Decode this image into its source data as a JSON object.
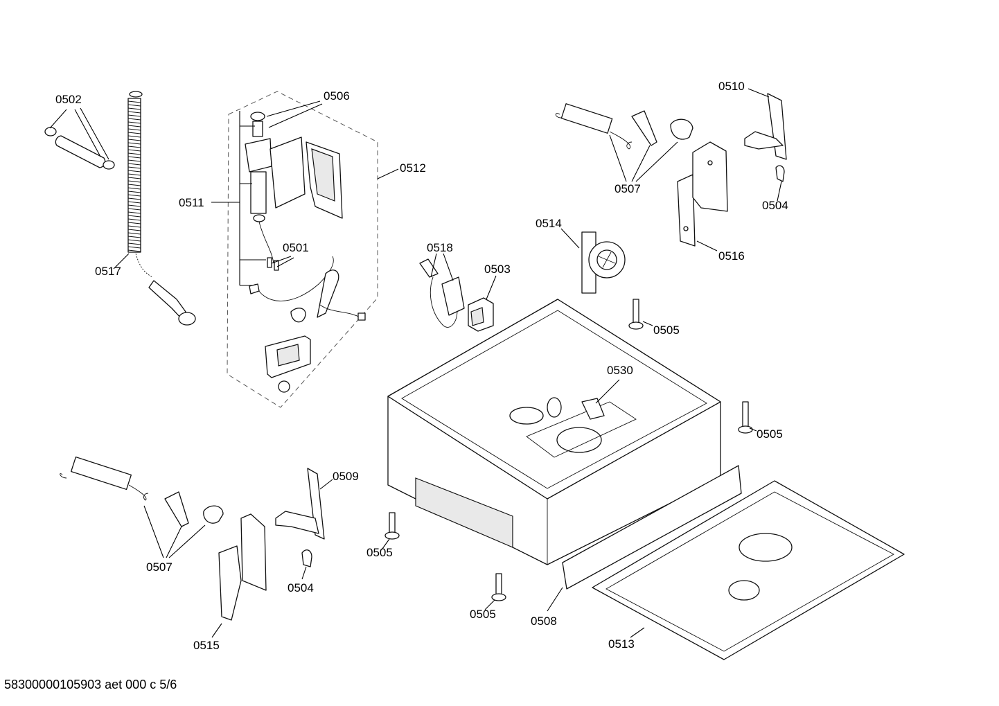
{
  "labels": {
    "p0501": "0501",
    "p0502": "0502",
    "p0503": "0503",
    "p0504a": "0504",
    "p0504b": "0504",
    "p0505a": "0505",
    "p0505b": "0505",
    "p0505c": "0505",
    "p0505d": "0505",
    "p0506": "0506",
    "p0507a": "0507",
    "p0507b": "0507",
    "p0508": "0508",
    "p0509": "0509",
    "p0510": "0510",
    "p0511": "0511",
    "p0512": "0512",
    "p0513": "0513",
    "p0514": "0514",
    "p0515": "0515",
    "p0516": "0516",
    "p0517": "0517",
    "p0518": "0518",
    "p0530": "0530"
  },
  "footer": {
    "text": "58300000105903 aet 000 c 5/6"
  }
}
